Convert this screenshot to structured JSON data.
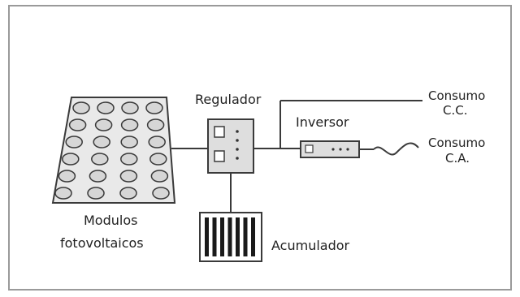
{
  "labels": {
    "regulador": "Regulador",
    "inversor": "Inversor",
    "consumo_cc_line1": "Consumo",
    "consumo_cc_line2": "C.C.",
    "consumo_ca_line1": "Consumo",
    "consumo_ca_line2": "C.A.",
    "modulos_line1": "Modulos",
    "modulos_line2": "fotovoltaicos",
    "acumulador": "Acumulador"
  },
  "colors": {
    "panel_fill": "#e9e9e9",
    "cell_fill": "#d6d6d6",
    "box_fill": "#dedede",
    "stroke": "#3a3a3a"
  },
  "panel": {
    "rows": 6,
    "cols": 4
  }
}
